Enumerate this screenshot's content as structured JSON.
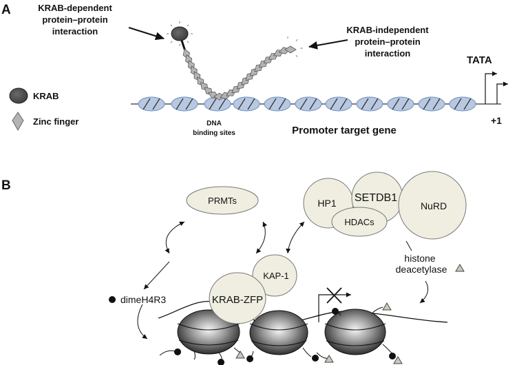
{
  "panel_a": {
    "letter": "A",
    "krab_dependent": [
      "KRAB-dependent",
      "protein–protein",
      "interaction"
    ],
    "krab_independent": [
      "KRAB-independent",
      "protein–protein",
      "interaction"
    ],
    "legend": {
      "krab": "KRAB",
      "zinc_finger": "Zinc finger"
    },
    "dna_binding": [
      "DNA",
      "binding sites"
    ],
    "promoter": "Promoter target gene",
    "tata": "TATA",
    "plus_one": "+1"
  },
  "panel_b": {
    "letter": "B",
    "prmts": "PRMTs",
    "hp1": "HP1",
    "setdb1": "SETDB1",
    "nurd": "NuRD",
    "hdacs": "HDACs",
    "kap1": "KAP-1",
    "krab_zfp": "KRAB-ZFP",
    "dime": "dimeH4R3",
    "histone_deacetylase": [
      "histone",
      "deacetylase"
    ]
  },
  "colors": {
    "dna_bead_fill": "#b8c8e0",
    "dna_bead_stroke": "#6a8cc0",
    "zinc_finger_fill": "#b4b4b4",
    "krab_fill": "#4a4a4a",
    "complex_fill": "#efeee0",
    "nucleosome_dark": "#1c1c1c",
    "nucleosome_light": "#f4f4f4",
    "triangle_fill": "#c9c9bd"
  }
}
